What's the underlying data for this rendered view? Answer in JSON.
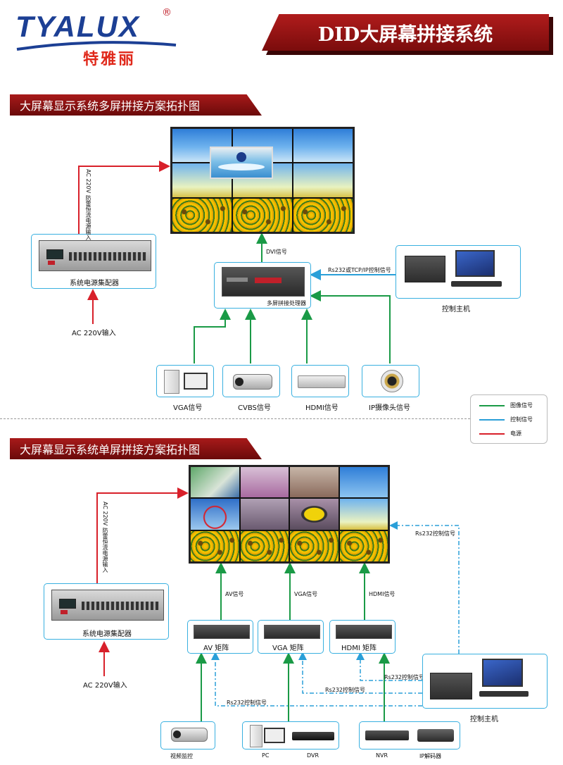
{
  "header": {
    "logo_en": "TYALUX",
    "logo_reg": "®",
    "logo_cn": "特雅丽",
    "title": "DID大屏幕拼接系统"
  },
  "section1": {
    "heading": "大屏幕显示系统多屏拼接方案拓扑图",
    "power_note": "AC 220V 防雷恒流电源输入",
    "power_device": "系统电源集配器",
    "ac_input": "AC 220V输入",
    "dvi_label": "DVI信号",
    "processor": "多屏拼接处理器",
    "rs232_label": "Rs232或TCP/IP控制信号",
    "control_host": "控制主机",
    "sources": [
      "VGA信号",
      "CVBS信号",
      "HDMI信号",
      "IP摄像头信号"
    ]
  },
  "legend": {
    "items": [
      {
        "label": "图像信号",
        "color": "#1a9a46"
      },
      {
        "label": "控制信号",
        "color": "#2a9fd8"
      },
      {
        "label": "电源",
        "color": "#d8202a"
      }
    ]
  },
  "section2": {
    "heading": "大屏幕显示系统单屏拼接方案拓扑图",
    "power_note": "AC 220V 防雷恒流电源输入",
    "power_device": "系统电源集配器",
    "ac_input": "AC 220V输入",
    "signals": [
      "AV信号",
      "VGA信号",
      "HDMI信号"
    ],
    "matrices": [
      "AV 矩阵",
      "VGA 矩阵",
      "HDMI 矩阵"
    ],
    "rs232_labels": [
      "Rs232控制信号",
      "Rs232控制信号",
      "Rs232控制信号",
      "Rs232控制信号"
    ],
    "control_host": "控制主机",
    "sources": [
      "视频监控",
      "PC",
      "DVR",
      "NVR",
      "IP解码器"
    ]
  },
  "colors": {
    "image_signal": "#1a9a46",
    "control_signal": "#2a9fd8",
    "power": "#d8202a",
    "brand_blue": "#1c3f94",
    "brand_red": "#b01c1c"
  }
}
